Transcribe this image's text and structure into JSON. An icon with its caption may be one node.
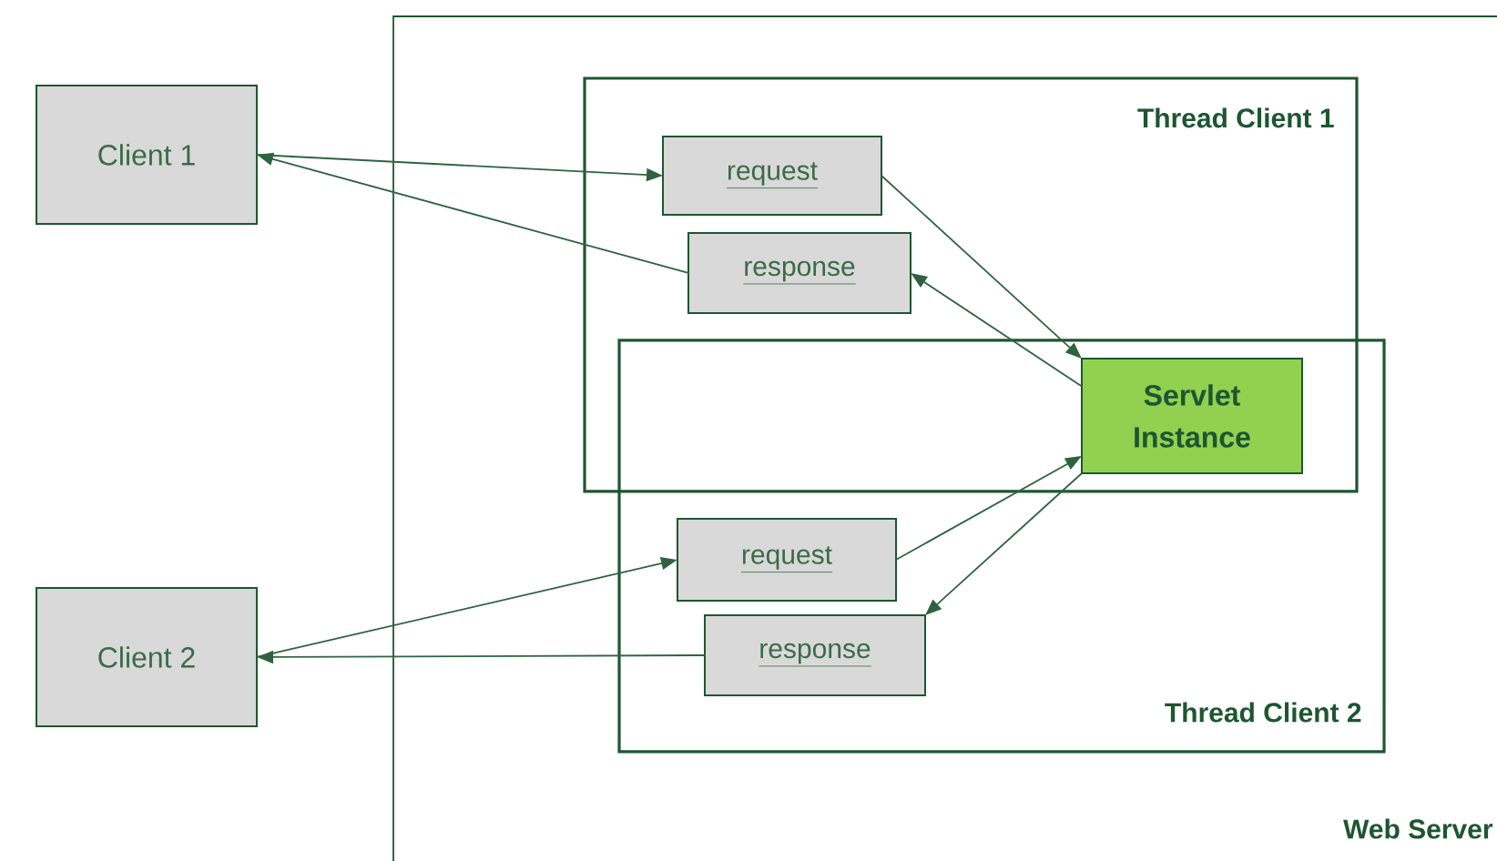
{
  "diagram": {
    "nodes": [
      {
        "text": [
          "Client 1"
        ]
      },
      {
        "text": [
          "Web Server"
        ]
      },
      {
        "text": [
          "Thread Client 1"
        ],
        "in": 1
      },
      {
        "text": [
          "request"
        ],
        "in": 2
      },
      {
        "text": [
          "response"
        ],
        "in": 2
      },
      {
        "text": [
          "Thread Client 2"
        ],
        "in": 1
      },
      {
        "text": [
          "Servlet Instance"
        ]
      },
      {
        "text": [
          "request"
        ],
        "in": 5
      },
      {
        "text": [
          "response"
        ],
        "in": 5
      },
      {
        "text": [
          "Client 2"
        ]
      }
    ],
    "edges": [
      {
        "from": 0,
        "to": 3,
        "arrow": "to"
      },
      {
        "from": 4,
        "to": 0,
        "arrow": "to"
      },
      {
        "from": 3,
        "to": 6,
        "arrow": "to"
      },
      {
        "from": 6,
        "to": 4,
        "arrow": "to"
      },
      {
        "from": 7,
        "to": 6,
        "arrow": "to"
      },
      {
        "from": 6,
        "to": 8,
        "arrow": "to"
      },
      {
        "from": 9,
        "to": 7,
        "arrow": "to"
      },
      {
        "from": 8,
        "to": 9,
        "arrow": "to"
      }
    ]
  }
}
